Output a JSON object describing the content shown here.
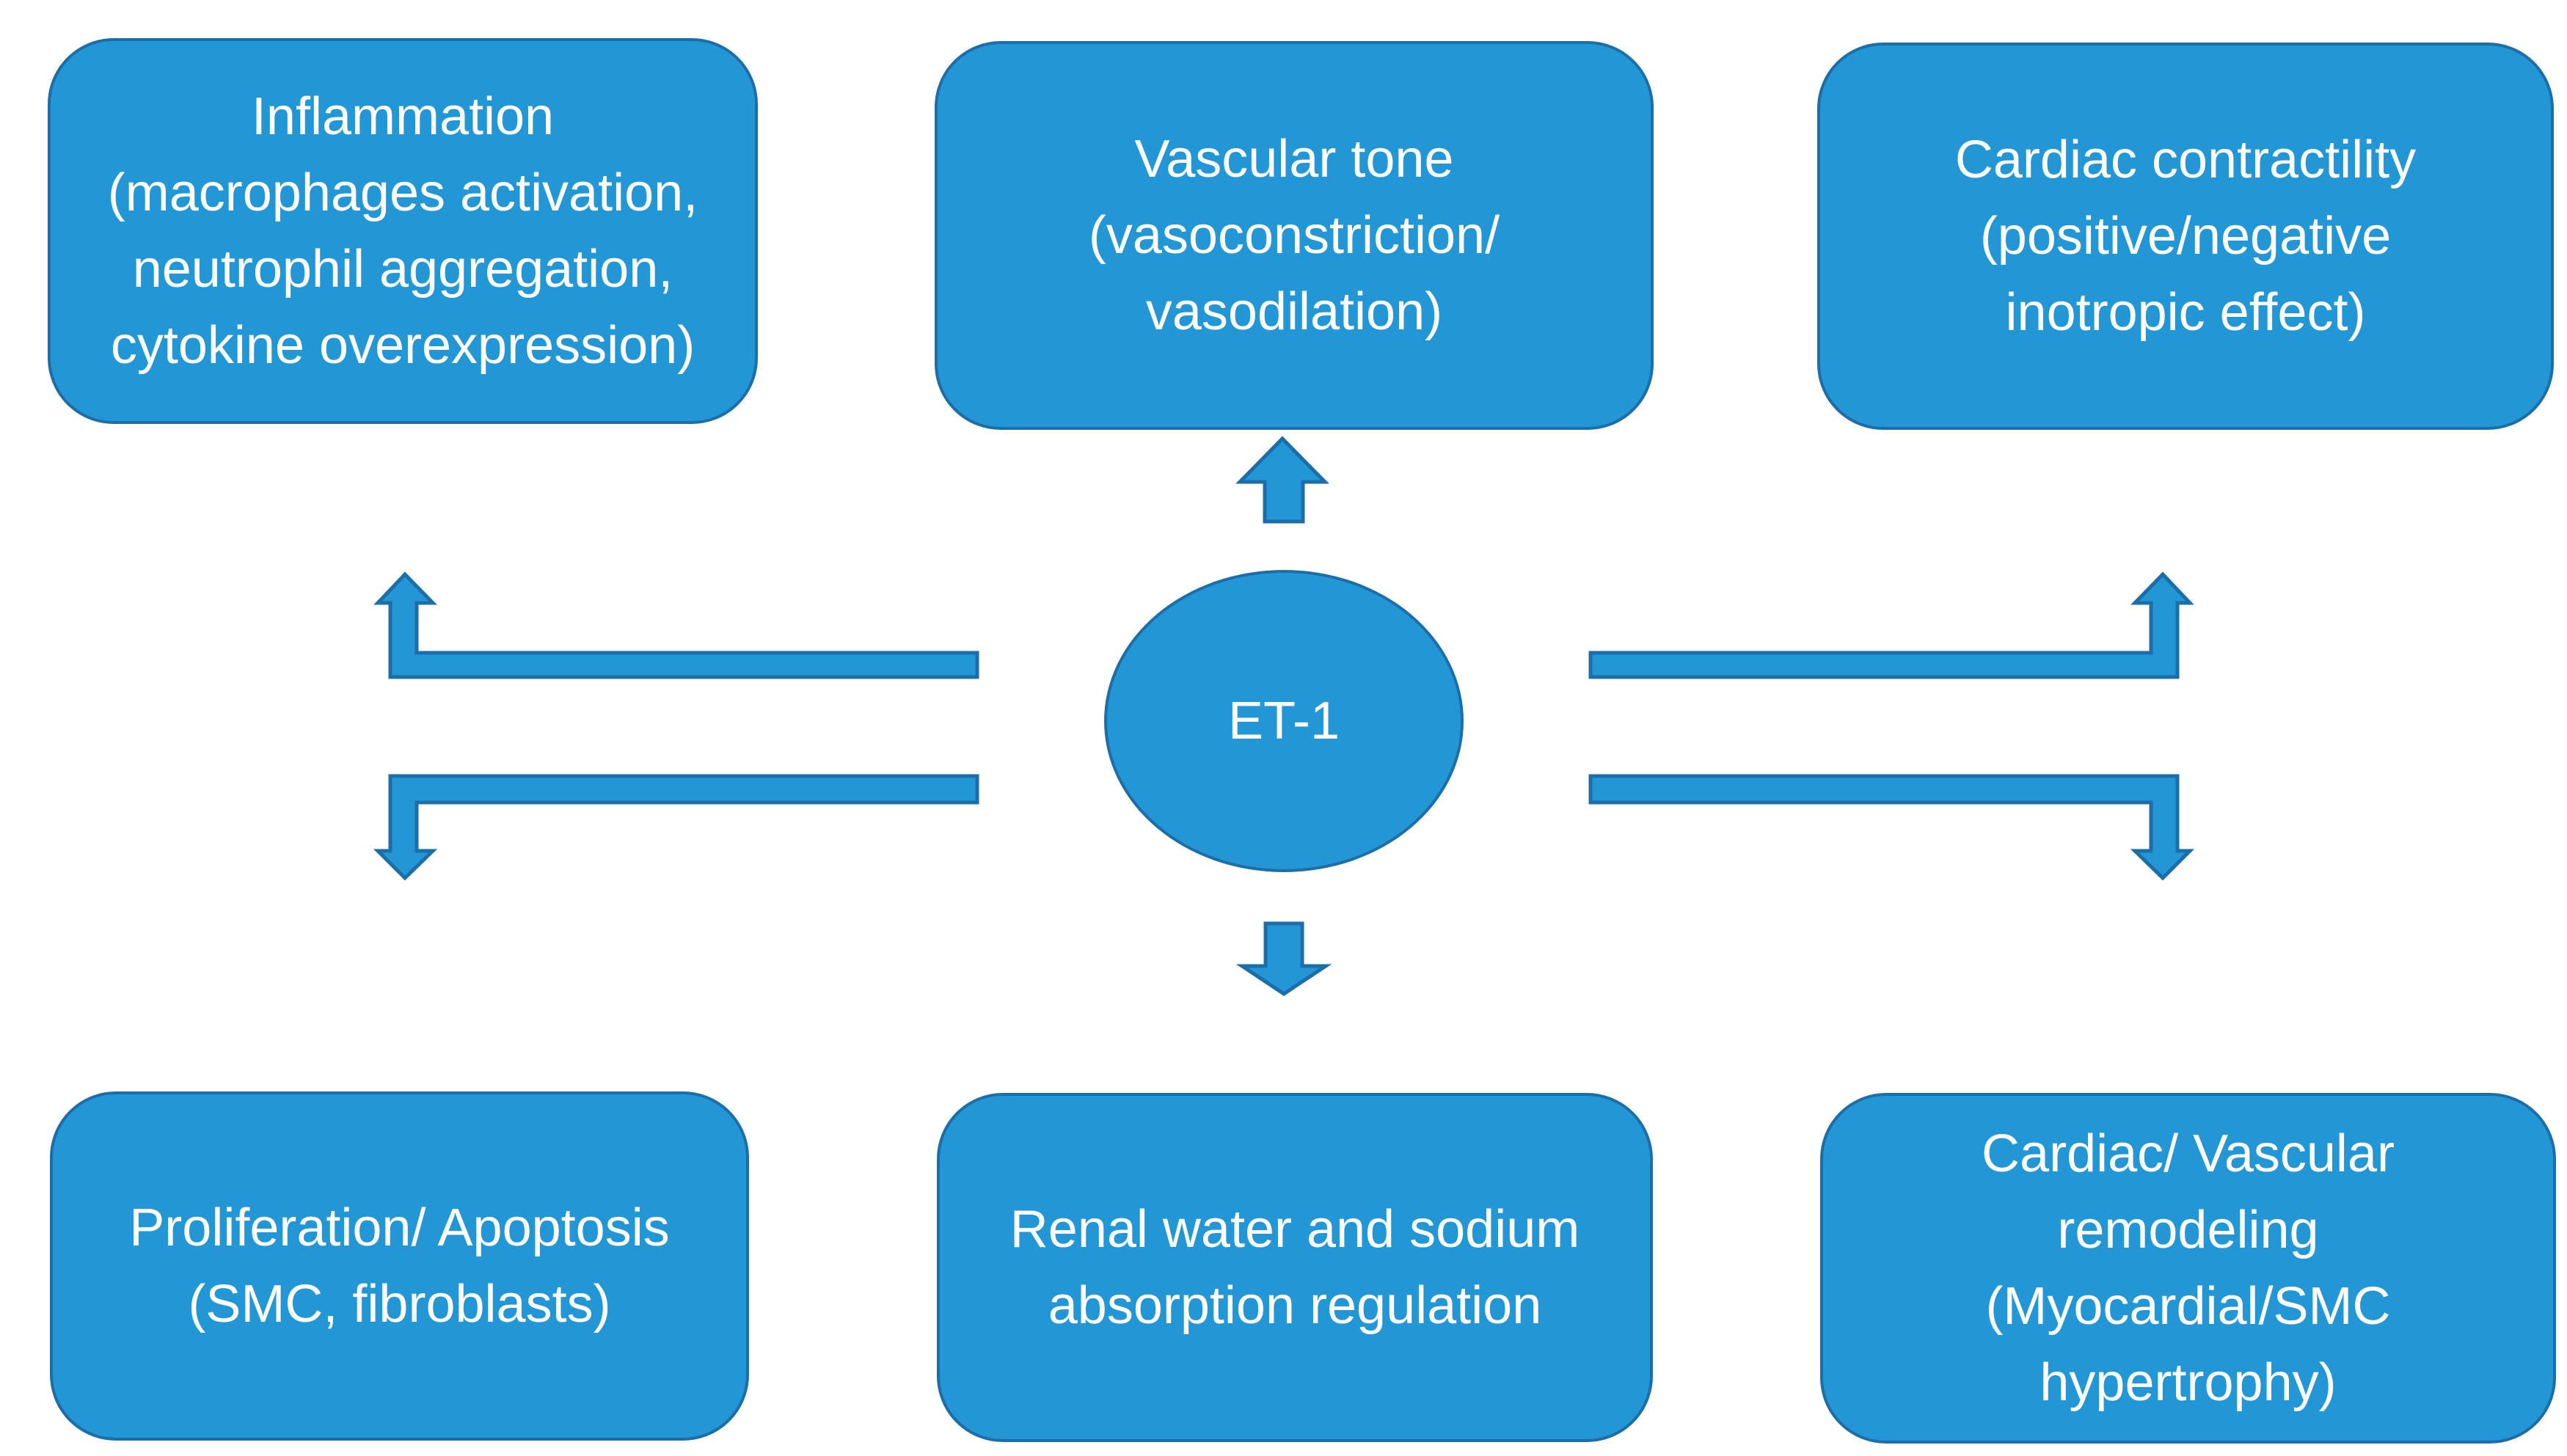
{
  "colors": {
    "background": "#ffffff",
    "shape_fill": "#2397d6",
    "shape_stroke": "#1c6ea8",
    "text": "#ffffff"
  },
  "center_node": {
    "label": "ET-1"
  },
  "boxes": [
    {
      "name": "inflammation",
      "text": "Inflammation\n(macrophages activation,\nneutrophil aggregation,\ncytokine overexpression)"
    },
    {
      "name": "vascular-tone",
      "text": "Vascular tone\n(vasoconstriction/\nvasodilation)"
    },
    {
      "name": "cardiac-contractility",
      "text": "Cardiac contractility\n(positive/negative\ninotropic effect)"
    },
    {
      "name": "proliferation-apoptosis",
      "text": "Proliferation/ Apoptosis\n(SMC, fibroblasts)"
    },
    {
      "name": "renal-water-sodium",
      "text": "Renal water and sodium\nabsorption regulation"
    },
    {
      "name": "cardiac-vascular-remodeling",
      "text": "Cardiac/ Vascular\nremodeling\n(Myocardial/SMC\nhypertrophy)"
    }
  ],
  "arrows": [
    {
      "name": "arrow-up"
    },
    {
      "name": "arrow-down"
    },
    {
      "name": "arrow-left-up"
    },
    {
      "name": "arrow-left-down"
    },
    {
      "name": "arrow-right-up"
    },
    {
      "name": "arrow-right-down"
    }
  ]
}
